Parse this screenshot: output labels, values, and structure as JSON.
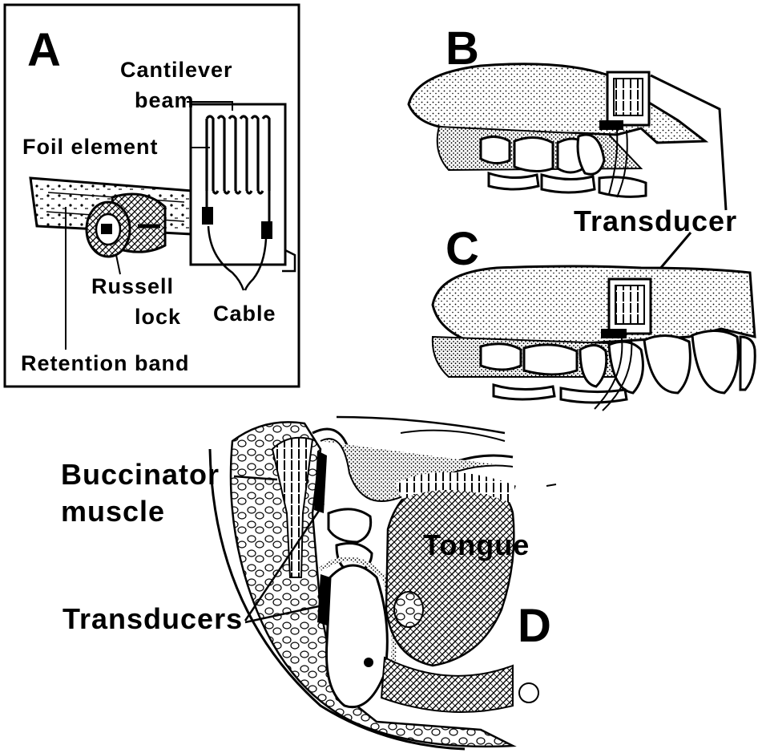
{
  "panels": {
    "a": {
      "letter": "A",
      "labels": {
        "cantilever_line1": "Cantilever",
        "cantilever_line2": "beam",
        "foil": "Foil element",
        "russell_line1": "Russell",
        "russell_line2": "lock",
        "cable": "Cable",
        "retention": "Retention band"
      }
    },
    "b": {
      "letter": "B",
      "transducer": "Transducer"
    },
    "c": {
      "letter": "C"
    },
    "d": {
      "letter": "D",
      "buccinator_line1": "Buccinator",
      "buccinator_line2": "muscle",
      "tongue": "Tongue",
      "transducers": "Transducers"
    }
  }
}
